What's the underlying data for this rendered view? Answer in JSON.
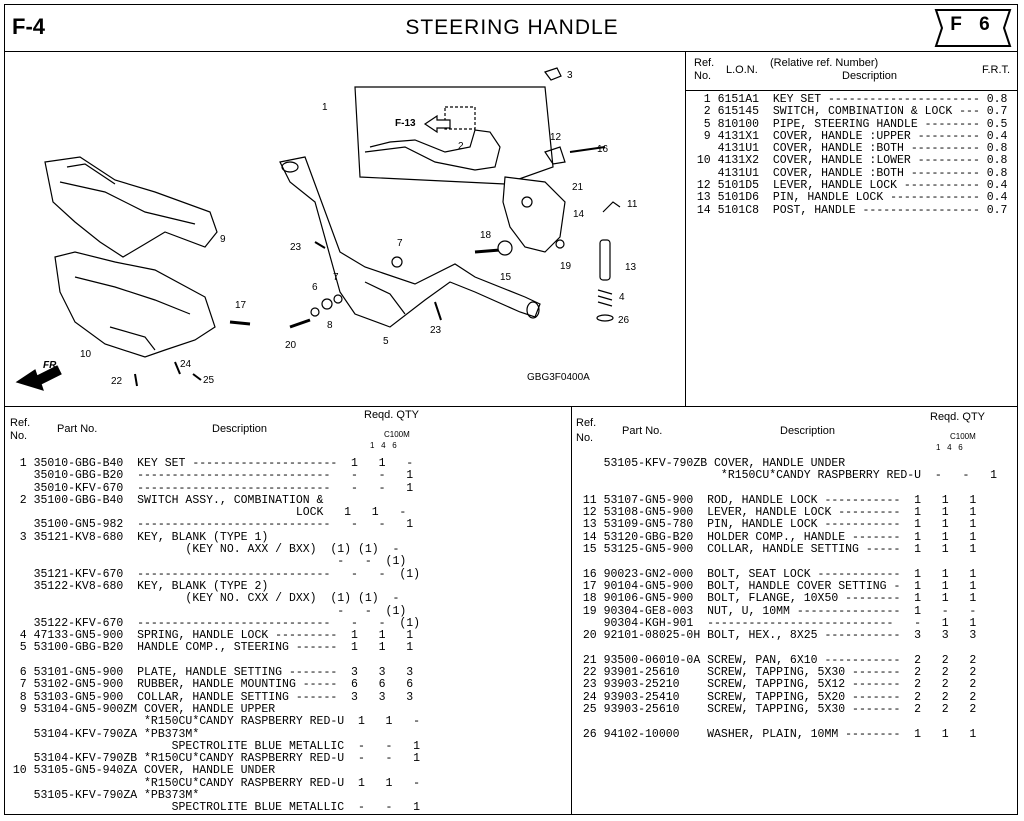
{
  "header": {
    "page_code": "F-4",
    "title": "STEERING HANDLE",
    "badge": "F 6"
  },
  "frt_table": {
    "headers": {
      "ref": "Ref.",
      "no": "No.",
      "lon": "L.O.N.",
      "relative": "(Relative ref. Number)",
      "description": "Description",
      "frt": "F.R.T."
    },
    "rows": [
      "  1 6151A1  KEY SET ---------------------- 0.8",
      "  2 615145  SWITCH, COMBINATION & LOCK --- 0.7",
      "  5 810100  PIPE, STEERING HANDLE -------- 0.5",
      "  9 4131X1  COVER, HANDLE :UPPER --------- 0.4",
      "    4131U1  COVER, HANDLE :BOTH ---------- 0.8",
      " 10 4131X2  COVER, HANDLE :LOWER --------- 0.8",
      "    4131U1  COVER, HANDLE :BOTH ---------- 0.8",
      " 12 5101D5  LEVER, HANDLE LOCK ----------- 0.4",
      " 13 5101D6  PIN, HANDLE LOCK ------------- 0.4",
      " 14 5101C8  POST, HANDLE ----------------- 0.7"
    ]
  },
  "diagram": {
    "code": "GBG3F0400A",
    "ref_arrow": "F-13",
    "front_label": "FR.",
    "callouts": [
      "1",
      "2",
      "3",
      "4",
      "5",
      "6",
      "7",
      "7",
      "8",
      "9",
      "10",
      "11",
      "12",
      "13",
      "14",
      "15",
      "16",
      "17",
      "18",
      "19",
      "20",
      "21",
      "22",
      "23",
      "23",
      "24",
      "25",
      "26"
    ]
  },
  "parts_header": {
    "ref": "Ref.",
    "no": "No.",
    "part_no": "Part No.",
    "description": "Description",
    "reqd_qty": "Reqd. QTY",
    "model": "C100M",
    "cols": "1   4   6"
  },
  "parts_left": [
    "  1 35010-GBG-B40  KEY SET ---------------------  1   1   -",
    "    35010-GBG-B20  ----------------------------   -   -   1",
    "    35010-KFV-670  ----------------------------   -   -   1",
    "  2 35100-GBG-B40  SWITCH ASSY., COMBINATION &",
    "                                          LOCK   1   1   -",
    "    35100-GN5-982  ----------------------------   -   -   1",
    "  3 35121-KV8-680  KEY, BLANK (TYPE 1)",
    "                          (KEY NO. AXX / BXX)  (1) (1)  -",
    "                                                -   -  (1)",
    "    35121-KFV-670  ----------------------------   -   -  (1)",
    "    35122-KV8-680  KEY, BLANK (TYPE 2)",
    "                          (KEY NO. CXX / DXX)  (1) (1)  -",
    "                                                -   -  (1)",
    "    35122-KFV-670  ----------------------------   -   -  (1)",
    "  4 47133-GN5-900  SPRING, HANDLE LOCK ---------  1   1   1",
    "  5 53100-GBG-B20  HANDLE COMP., STEERING ------  1   1   1",
    "",
    "  6 53101-GN5-900  PLATE, HANDLE SETTING -------  3   3   3",
    "  7 53102-GN5-900  RUBBER, HANDLE MOUNTING -----  6   6   6",
    "  8 53103-GN5-900  COLLAR, HANDLE SETTING ------  3   3   3",
    "  9 53104-GN5-900ZM COVER, HANDLE UPPER",
    "                    *R150CU*CANDY RASPBERRY RED-U  1   1   -",
    "    53104-KFV-790ZA *PB373M*",
    "                        SPECTROLITE BLUE METALLIC  -   -   1",
    "    53104-KFV-790ZB *R150CU*CANDY RASPBERRY RED-U  -   -   1",
    " 10 53105-GN5-940ZA COVER, HANDLE UNDER",
    "                    *R150CU*CANDY RASPBERRY RED-U  1   1   -",
    "    53105-KFV-790ZA *PB373M*",
    "                        SPECTROLITE BLUE METALLIC  -   -   1"
  ],
  "parts_right": [
    "    53105-KFV-790ZB COVER, HANDLE UNDER",
    "                     *R150CU*CANDY RASPBERRY RED-U  -   -   1",
    "",
    " 11 53107-GN5-900  ROD, HANDLE LOCK -----------  1   1   1",
    " 12 53108-GN5-900  LEVER, HANDLE LOCK ---------  1   1   1",
    " 13 53109-GN5-780  PIN, HANDLE LOCK -----------  1   1   1",
    " 14 53120-GBG-B20  HOLDER COMP., HANDLE -------  1   1   1",
    " 15 53125-GN5-900  COLLAR, HANDLE SETTING -----  1   1   1",
    "",
    " 16 90023-GN2-000  BOLT, SEAT LOCK ------------  1   1   1",
    " 17 90104-GN5-900  BOLT, HANDLE COVER SETTING -  1   1   1",
    " 18 90106-GN5-900  BOLT, FLANGE, 10X50 --------  1   1   1",
    " 19 90304-GE8-003  NUT, U, 10MM ---------------  1   -   -",
    "    90304-KGH-901  ---------------------------   -   1   1",
    " 20 92101-08025-0H BOLT, HEX., 8X25 -----------  3   3   3",
    "",
    " 21 93500-06010-0A SCREW, PAN, 6X10 -----------  2   2   2",
    " 22 93901-25610    SCREW, TAPPING, 5X30 -------  2   2   2",
    " 23 93903-25210    SCREW, TAPPING, 5X12 -------  2   2   2",
    " 24 93903-25410    SCREW, TAPPING, 5X20 -------  2   2   2",
    " 25 93903-25610    SCREW, TAPPING, 5X30 -------  2   2   2",
    "",
    " 26 94102-10000    WASHER, PLAIN, 10MM --------  1   1   1"
  ]
}
